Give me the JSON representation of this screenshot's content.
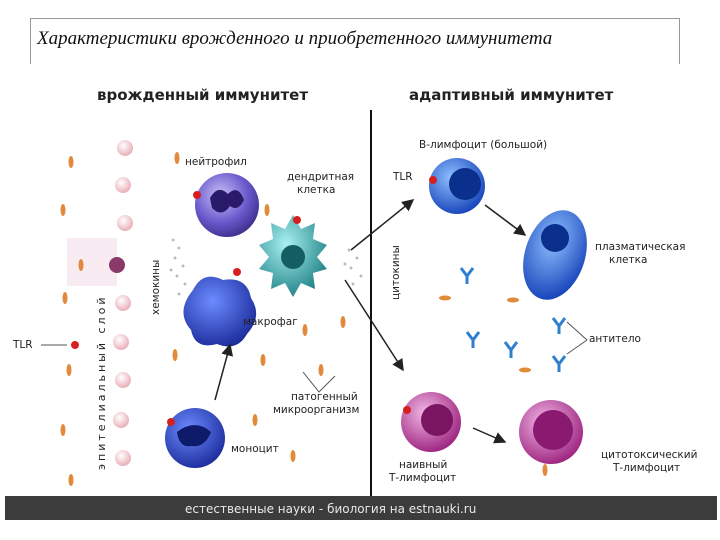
{
  "slide": {
    "title": "Характеристики врожденного и приобретенного иммунитета"
  },
  "figure": {
    "headers": {
      "innate": "врожденный иммунитет",
      "adaptive": "адаптивный иммунитет"
    },
    "labels": {
      "epithelial": "эпителиальный слой",
      "chemokines": "хемокины",
      "cytokines": "цитокины",
      "neutrophil": "нейтрофил",
      "dendritic_1": "дендритная",
      "dendritic_2": "клетка",
      "macrophage": "макрофаг",
      "monocyte": "моноцит",
      "pathogen_1": "патогенный",
      "pathogen_2": "микроорганизм",
      "tlr_left": "TLR",
      "tlr_b": "TLR",
      "b_lymphocyte": "В-лимфоцит (большой)",
      "plasma_1": "плазматическая",
      "plasma_2": "клетка",
      "antibody": "антитело",
      "naive_1": "наивный",
      "naive_2": "Т-лимфоцит",
      "cytotoxic_1": "цитотоксический",
      "cytotoxic_2": "Т-лимфоцит"
    },
    "footer": "естественные науки - биология на estnauki.ru",
    "colors": {
      "neutrophil": "#6a5acd",
      "macrophage": "#2233aa",
      "dendritic": "#2a9d9d",
      "b_cell": "#1f5fd6",
      "t_cell": "#c03a9e",
      "receptor": "#d62020",
      "pathogen": "#e08a3a"
    }
  }
}
